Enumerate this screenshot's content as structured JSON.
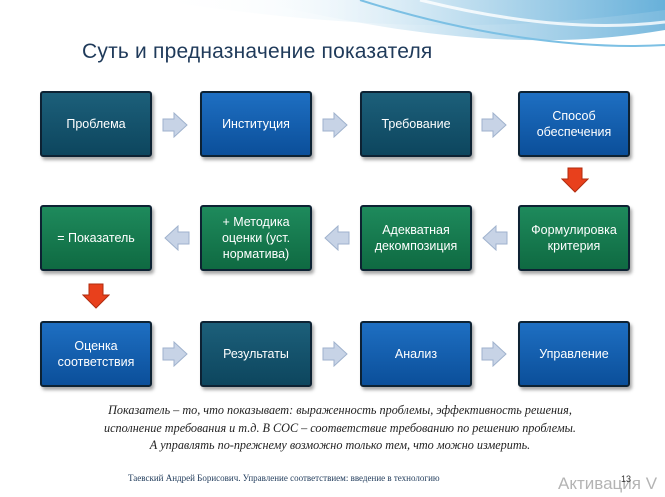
{
  "title": "Суть и предназначение показателя",
  "boxes": {
    "problema": "Проблема",
    "institutsiya": "Институция",
    "trebovanie": "Требование",
    "sposob": "Способ\nобеспечения",
    "pokazatel": "= Показатель",
    "metodika": "+ Методика\nоценки (уст.\nнорматива)",
    "dekompozitsiya": "Адекватная\nдекомпозиция",
    "formulirovka": "Формулировка\nкритерия",
    "otsenka": "Оценка\nсоответствия",
    "rezultaty": "Результаты",
    "analiz": "Анализ",
    "upravlenie": "Управление"
  },
  "caption": {
    "line1": "Показатель – то, что показывает: выраженность проблемы, эффективность решения,",
    "line2": "исполнение требования и т.д. В СОС – соответствие требованию по решению проблемы.",
    "line3": "А управлять по-прежнему возможно только тем, что можно измерить."
  },
  "footer": "Таевский Андрей Борисович. Управление соответствием: введение в технологию",
  "page_number": "13",
  "watermark": "Активация V",
  "colors": {
    "box_blue": "#0b4f9a",
    "box_teal": "#0d465e",
    "box_green": "#0f6a42",
    "connector_arrow": "#c7d3e6",
    "turn_arrow": "#e8401c"
  }
}
